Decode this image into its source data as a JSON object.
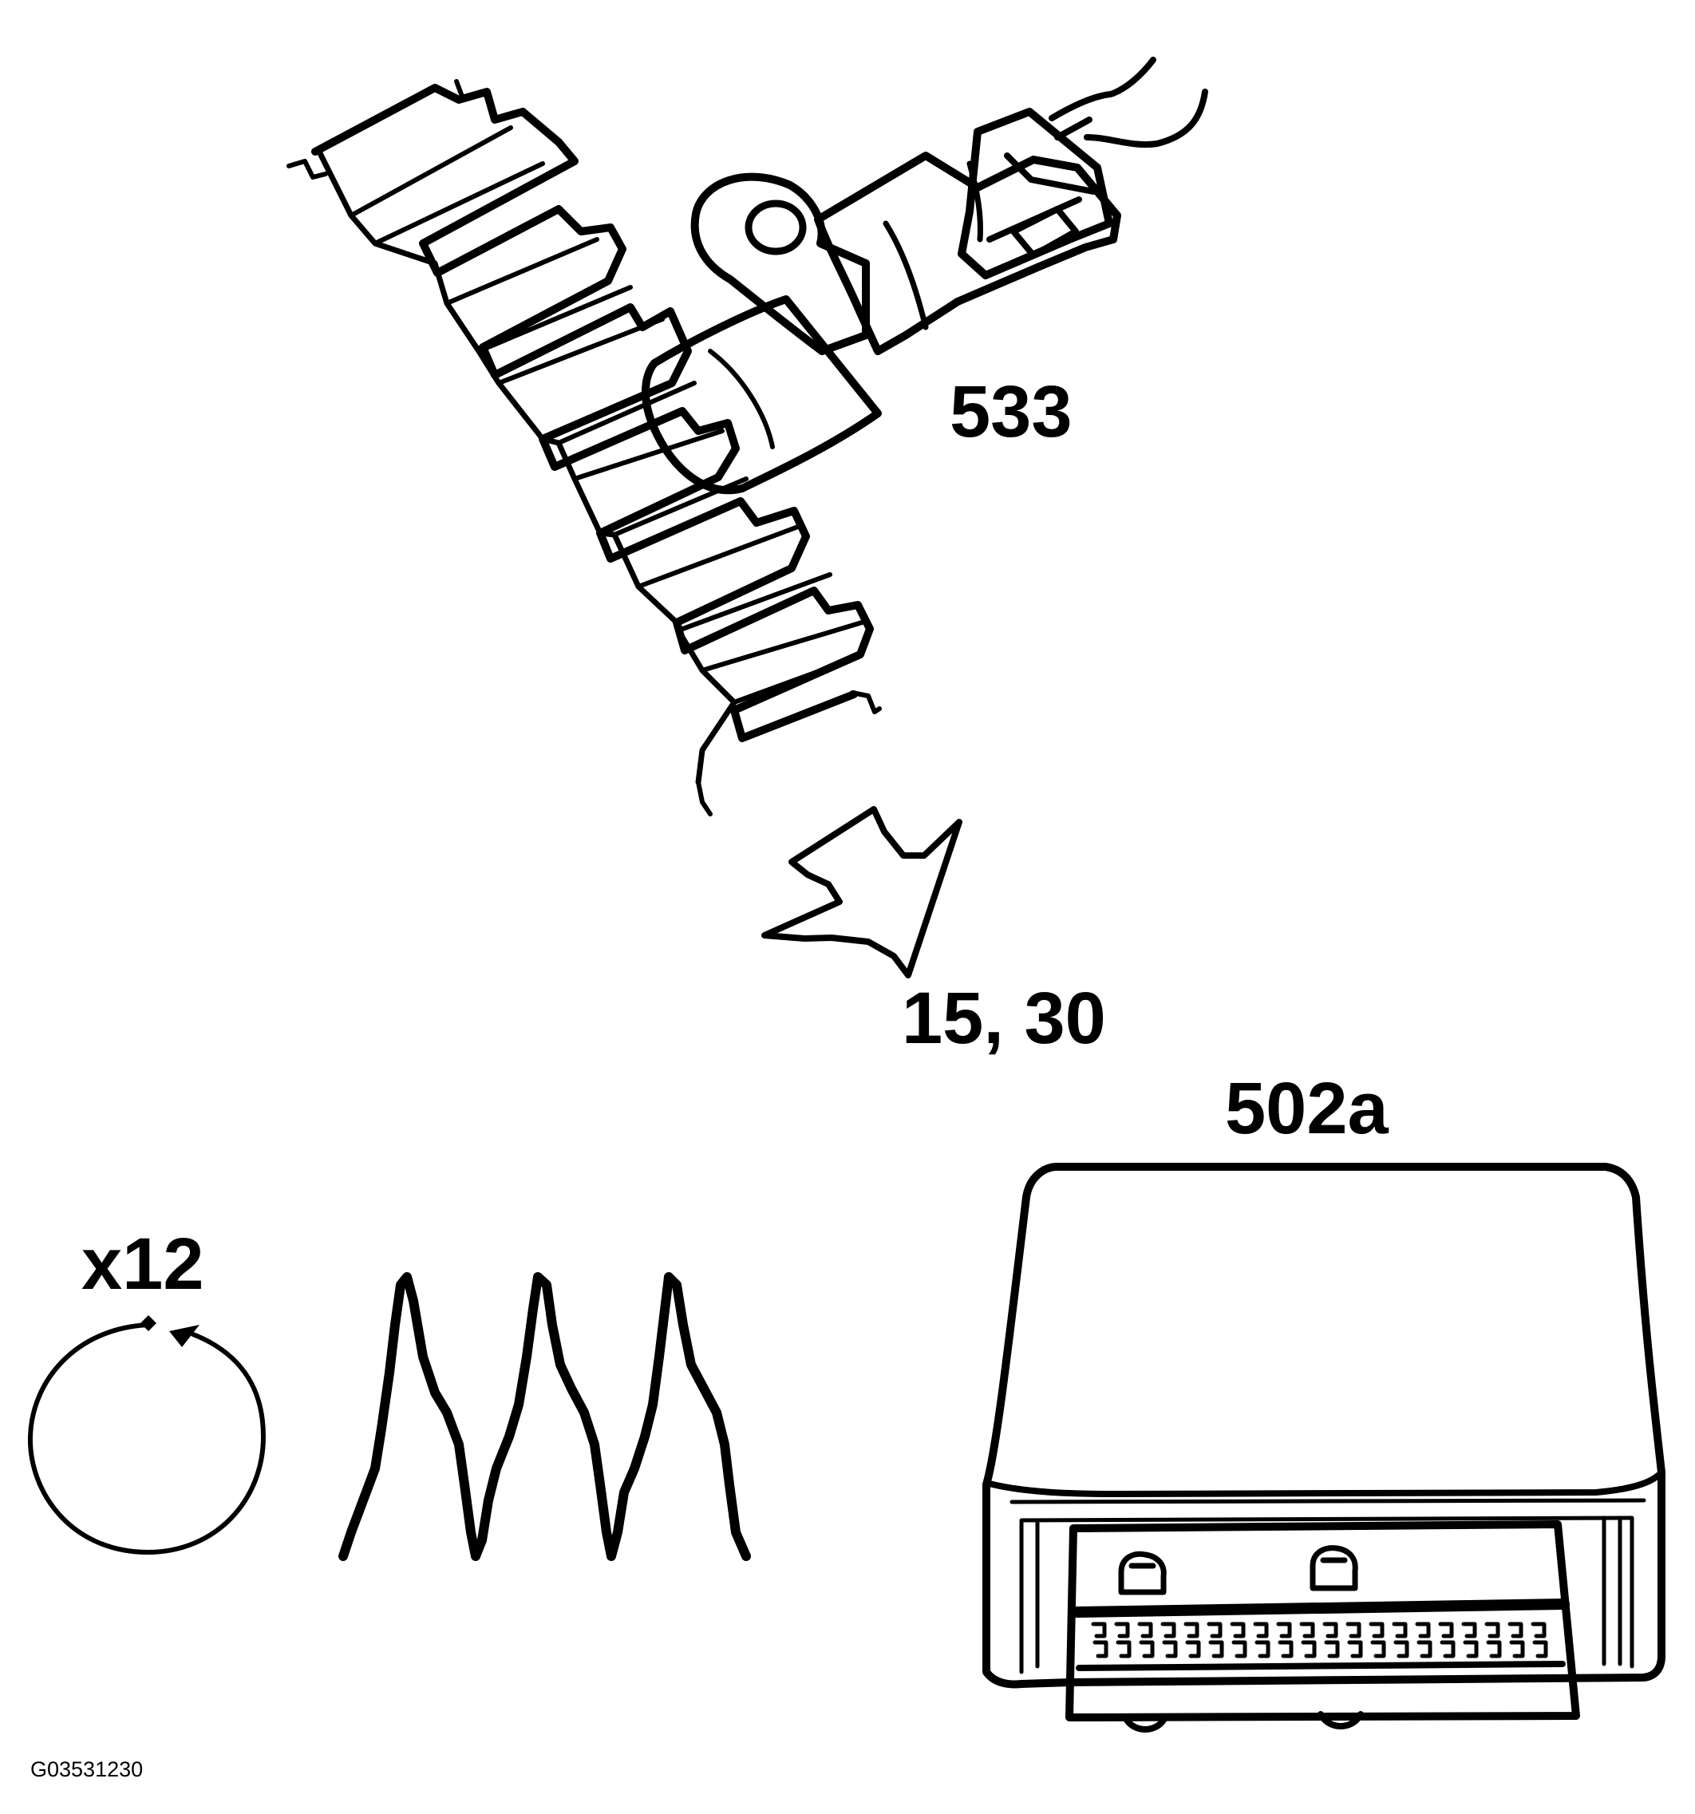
{
  "labels": {
    "sensor": "533",
    "arrow_target": "15, 30",
    "control_module": "502a",
    "rotation_count": "x12",
    "figure_id": "G03531230"
  },
  "icons": {
    "sensor": "crankshaft-sensor-icon",
    "flywheel": "toothed-wheel-icon",
    "arrow": "signal-arrow-icon",
    "rotation": "rotation-circle-icon",
    "waveform": "signal-waveform-icon",
    "module": "control-module-icon"
  },
  "colors": {
    "line": "#000000",
    "background": "#ffffff"
  }
}
